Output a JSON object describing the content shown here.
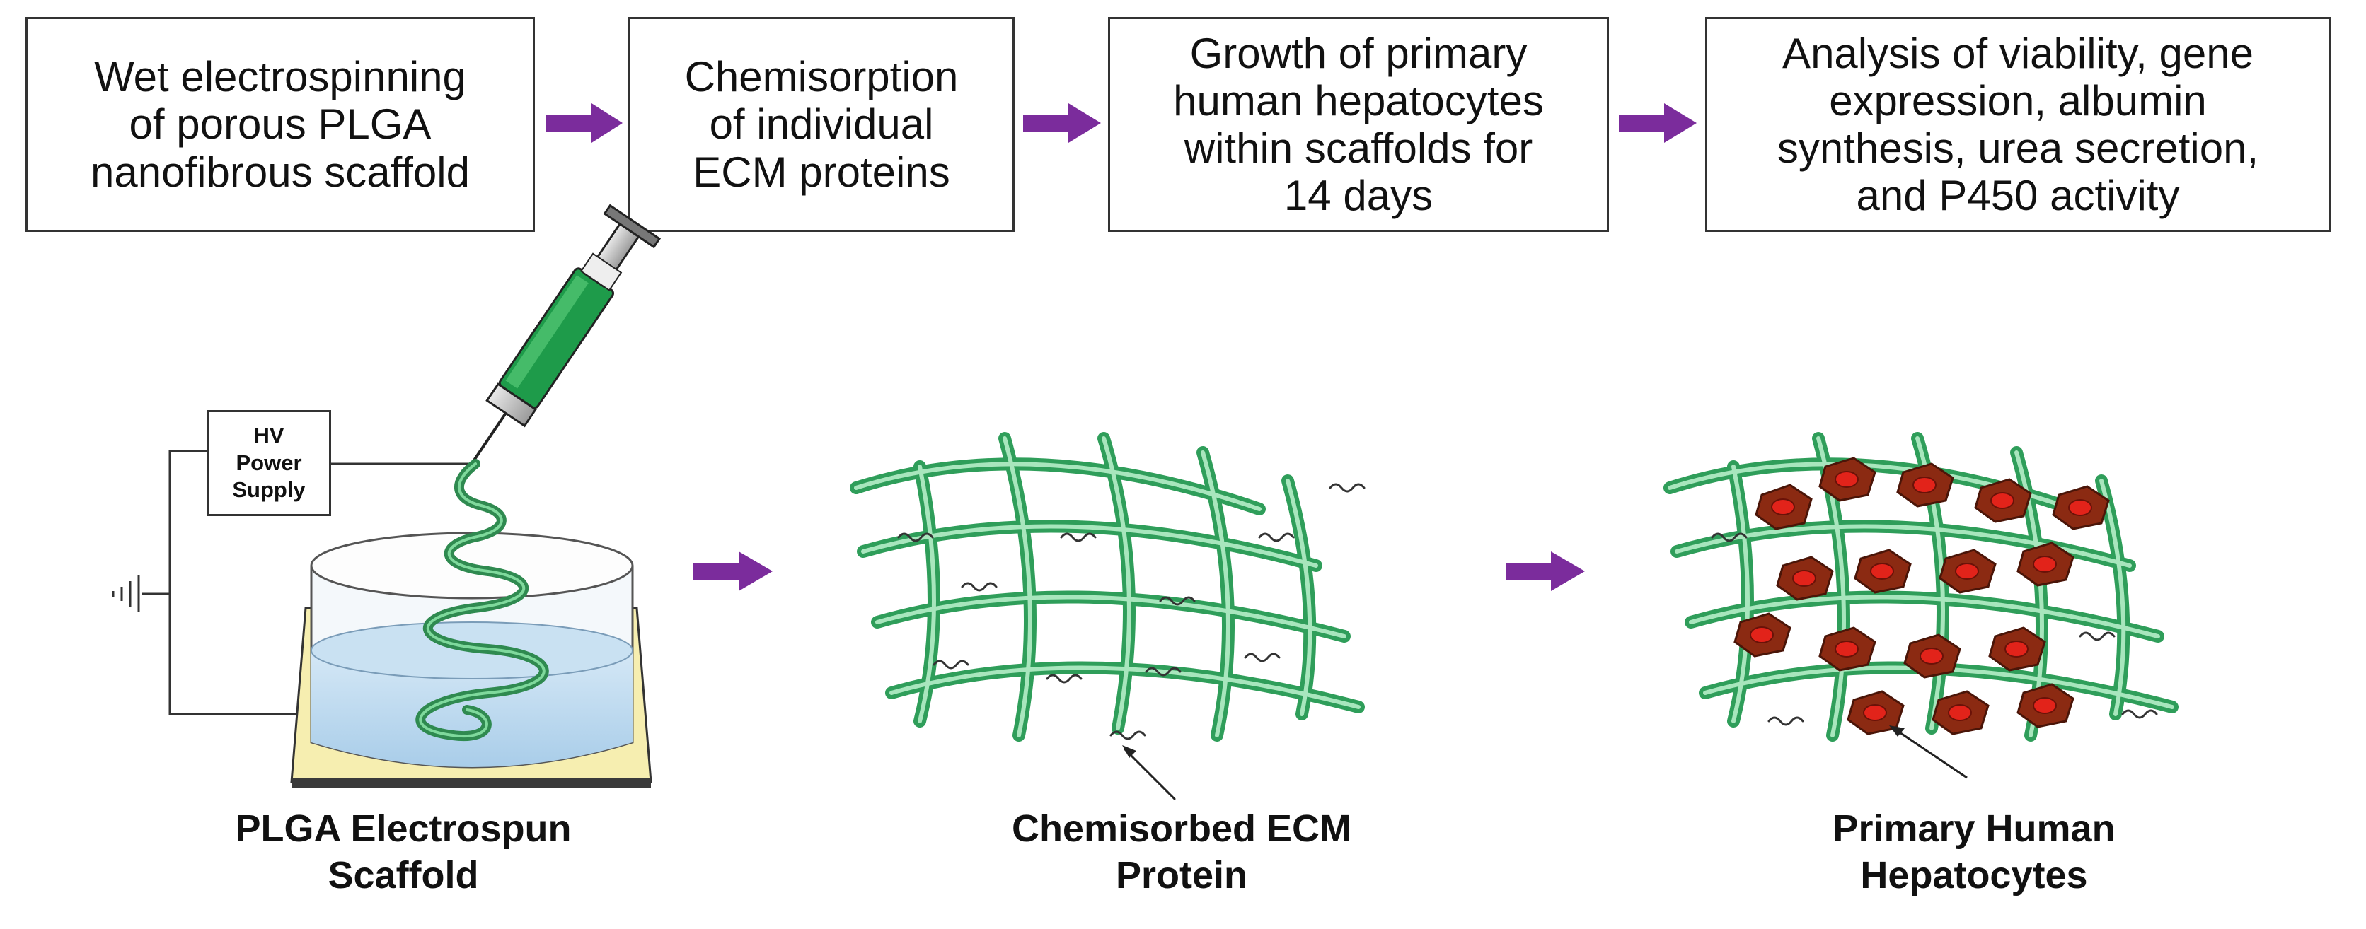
{
  "steps": [
    {
      "text": "Wet electrospinning\nof porous PLGA\nnanofibrous scaffold"
    },
    {
      "text": "Chemisorption\nof individual\nECM proteins"
    },
    {
      "text": "Growth of primary\nhuman hepatocytes\nwithin scaffolds for\n14 days"
    },
    {
      "text": "Analysis of viability, gene\nexpression, albumin\nsynthesis, urea secretion,\nand P450 activity"
    }
  ],
  "power_supply_label": "HV\nPower\nSupply",
  "captions": {
    "scaffold": "PLGA Electrospun\nScaffold",
    "protein": "Chemisorbed ECM\nProtein",
    "hepatocytes": "Primary Human\nHepatocytes"
  },
  "colors": {
    "arrow": "#7b2c9c",
    "fiber": "#2f9e5a",
    "fiber_light": "#a8e6bd",
    "cell": "#8b2a12",
    "nucleus": "#e2231a",
    "water": "#bcd9ef",
    "tray": "#f6eeb0",
    "syringe": "#1e9b4a"
  }
}
